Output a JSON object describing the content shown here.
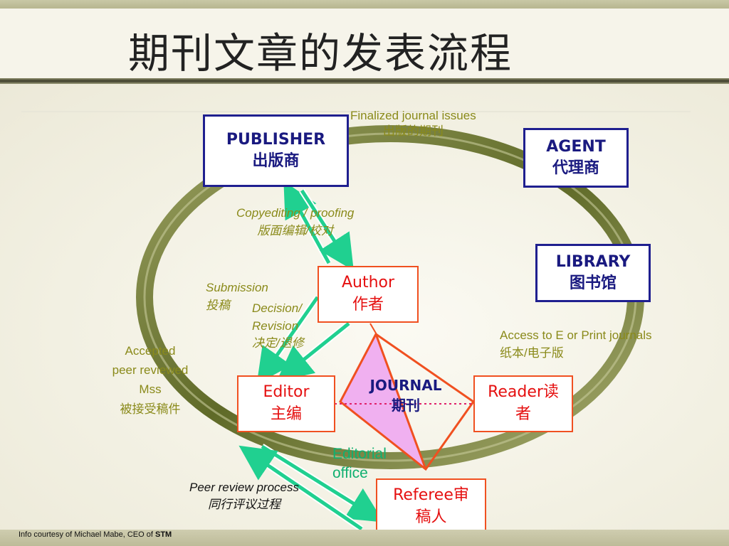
{
  "title": "期刊文章的发表流程",
  "boxes": {
    "publisher": {
      "en": "PUBLISHER",
      "zh": "出版商"
    },
    "agent": {
      "en": "AGENT",
      "zh": "代理商"
    },
    "library": {
      "en": "LIBRARY",
      "zh": "图书馆"
    },
    "author": {
      "en": "Author",
      "zh": "作者"
    },
    "editor": {
      "en": "Editor",
      "zh": "主编"
    },
    "reader": {
      "en": "Reader读",
      "zh": "者"
    },
    "referee": {
      "en": "Referee审",
      "zh": "稿人"
    },
    "journal": {
      "en": "JOURNAL",
      "zh": "期刊"
    }
  },
  "labels": {
    "finalized_en": "Finalized journal issues",
    "finalized_zh": "出版的期刊",
    "copyedit_en": "Copyediting / proofing",
    "copyedit_zh": "版面编辑/校对",
    "submission_en": "Submission",
    "submission_zh": "投稿",
    "decision_en": "Decision/",
    "revision_en": "Revision",
    "decision_zh": "决定/退修",
    "accepted_1": "Accepted",
    "accepted_2": "peer reviewed",
    "accepted_3": "Mss",
    "accepted_zh": "被接受稿件",
    "access_en": "Access to E or Print journals",
    "access_zh": "纸本/电子版",
    "editorial_1": "Editorial",
    "editorial_2": "office",
    "peer_en": "Peer review process",
    "peer_zh": "同行评议过程"
  },
  "credit_text": "Info courtesy of Michael Mabe, CEO of",
  "credit_org": "STM",
  "colors": {
    "navy": "#1f1f8f",
    "red": "#f05020",
    "arrow": "#20d090",
    "olive": "#8a8a1a",
    "ring": "#6f7a35"
  }
}
